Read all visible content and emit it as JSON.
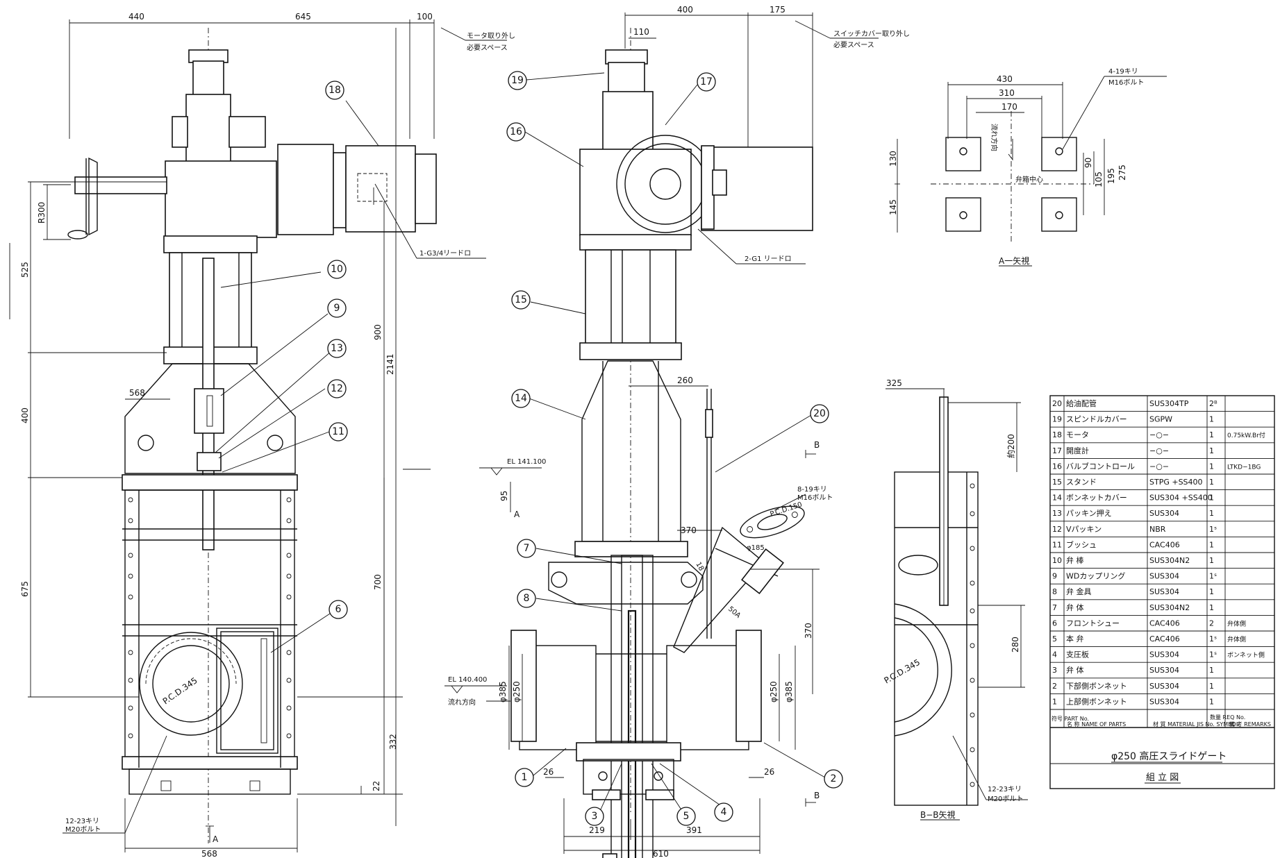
{
  "front_view": {
    "dims": {
      "d440": "440",
      "d645": "645",
      "d100": "100",
      "dR300": "R300",
      "d525": "525",
      "d400": "400",
      "d675": "675",
      "d568_top": "568",
      "d900": "900",
      "d2141": "2141",
      "d700": "700",
      "d332": "332",
      "d22": "22",
      "d568_bot": "568",
      "pcd345": "P.C.D.345"
    },
    "notes": {
      "motor_space_1": "モータ取り外し",
      "motor_space_2": "必要スペース",
      "drain": "1-G3/4リードロ",
      "bolt_1": "12-23キリ",
      "bolt_2": "M20ボルト"
    },
    "section_mark": "A"
  },
  "side_view": {
    "dims": {
      "d400": "400",
      "d175": "175",
      "d110": "110",
      "d260": "260",
      "d95": "95",
      "d370h": "370",
      "d370v": "370",
      "d385l": "φ385",
      "d250l": "φ250",
      "d250r": "φ250",
      "d385r": "φ385",
      "d185": "φ185",
      "d18": "18",
      "d50A": "50A",
      "pcd150": "P.C.D.150",
      "d26l": "26",
      "d26r": "26",
      "d219": "219",
      "d391": "391",
      "d610": "610"
    },
    "notes": {
      "switch_space_1": "スイッチカバー取り外し",
      "switch_space_2": "必要スペース",
      "drain2": "2-G1 リードロ",
      "flange_bolt_1": "8-19キリ",
      "flange_bolt_2": "M16ボルト",
      "el_top": "EL 141.100",
      "el_bot": "EL 140.400",
      "flow": "流れ方向",
      "mark_a": "A",
      "mark_b_top": "B",
      "mark_b_bot": "B"
    }
  },
  "view_a": {
    "dims": {
      "d430": "430",
      "d310": "310",
      "d170": "170",
      "d130": "130",
      "d145": "145",
      "d90": "90",
      "d105": "105",
      "d195": "195",
      "d275": "275"
    },
    "notes": {
      "bolt_1": "4-19キリ",
      "bolt_2": "M16ボルト",
      "flow": "流れ方向",
      "center": "弁箱中心",
      "caption": "A一矢視"
    }
  },
  "view_b": {
    "dims": {
      "d325": "325",
      "d200": "約200",
      "d280": "280",
      "pcd345": "P.C.D.345"
    },
    "notes": {
      "bolt_1": "12-23キリ",
      "bolt_2": "M20ボルト",
      "caption": "B−B矢視"
    }
  },
  "balloons": [
    "1",
    "2",
    "3",
    "4",
    "5",
    "6",
    "7",
    "8",
    "9",
    "10",
    "11",
    "12",
    "13",
    "14",
    "15",
    "16",
    "17",
    "18",
    "19",
    "20"
  ],
  "parts_table": {
    "rows": [
      {
        "no": "20",
        "name": "給油配管",
        "material": "SUS304TP",
        "qty": "2ᴮ",
        "remarks": ""
      },
      {
        "no": "19",
        "name": "スピンドルカバー",
        "material": "SGPW",
        "qty": "1",
        "remarks": ""
      },
      {
        "no": "18",
        "name": "モータ",
        "material": "−○−",
        "qty": "1",
        "remarks": "0.75kW.Br付"
      },
      {
        "no": "17",
        "name": "開度計",
        "material": "−○−",
        "qty": "1",
        "remarks": ""
      },
      {
        "no": "16",
        "name": "バルブコントロール",
        "material": "−○−",
        "qty": "1",
        "remarks": "LTKD−1BG"
      },
      {
        "no": "15",
        "name": "スタンド",
        "material": "STPG +SS400",
        "qty": "1",
        "remarks": ""
      },
      {
        "no": "14",
        "name": "ボンネットカバー",
        "material": "SUS304 +SS400",
        "qty": "1",
        "remarks": ""
      },
      {
        "no": "13",
        "name": "パッキン押え",
        "material": "SUS304",
        "qty": "1",
        "remarks": ""
      },
      {
        "no": "12",
        "name": "Vパッキン",
        "material": "NBR",
        "qty": "1ˢ",
        "remarks": ""
      },
      {
        "no": "11",
        "name": "ブッシュ",
        "material": "CAC406",
        "qty": "1",
        "remarks": ""
      },
      {
        "no": "10",
        "name": "弁 棒",
        "material": "SUS304N2",
        "qty": "1",
        "remarks": ""
      },
      {
        "no": "9",
        "name": "WDカップリング",
        "material": "SUS304",
        "qty": "1ˢ",
        "remarks": ""
      },
      {
        "no": "8",
        "name": "弁 金具",
        "material": "SUS304",
        "qty": "1",
        "remarks": ""
      },
      {
        "no": "7",
        "name": "弁 体",
        "material": "SUS304N2",
        "qty": "1",
        "remarks": ""
      },
      {
        "no": "6",
        "name": "フロントシュー",
        "material": "CAC406",
        "qty": "2",
        "remarks": "弁体側"
      },
      {
        "no": "5",
        "name": "本 弁",
        "material": "CAC406",
        "qty": "1ˢ",
        "remarks": "弁体側"
      },
      {
        "no": "4",
        "name": "支圧板",
        "material": "SUS304",
        "qty": "1ˢ",
        "remarks": "ボンネット側"
      },
      {
        "no": "3",
        "name": "弁 体",
        "material": "SUS304",
        "qty": "1",
        "remarks": ""
      },
      {
        "no": "2",
        "name": "下部側ボンネット",
        "material": "SUS304",
        "qty": "1",
        "remarks": ""
      },
      {
        "no": "1",
        "name": "上部側ボンネット",
        "material": "SUS304",
        "qty": "1",
        "remarks": ""
      }
    ],
    "header": {
      "no": "符号 PART No.",
      "name": "名 称 NAME OF PARTS",
      "material": "材 質 MATERIAL JIS No. SYMBOL",
      "qty": "数量 REQ No.",
      "remarks": "備 考 REMARKS"
    },
    "title": "φ250 高圧スライドゲート",
    "subtitle": "組 立 図"
  }
}
